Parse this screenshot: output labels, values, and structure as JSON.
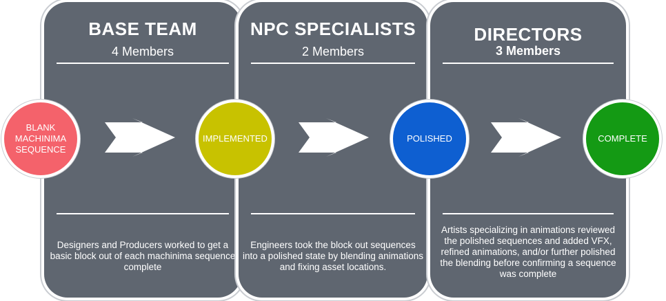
{
  "stages": [
    {
      "title": "BASE TEAM",
      "members": "4 Members",
      "description": "Designers and Producers worked to get a basic block out of each machinima sequence complete"
    },
    {
      "title": "NPC SPECIALISTS",
      "members": "2 Members",
      "description": "Engineers took the block out sequences into a polished state by blending animations and fixing asset locations."
    },
    {
      "title": "DIRECTORS",
      "members": "3 Members",
      "description": "Artists specializing in animations reviewed the polished sequences and added VFX, refined animations, and/or further polished the blending before confirming a sequence was complete"
    }
  ],
  "nodes": [
    {
      "label": "BLANK MACHINIMA SEQUENCE",
      "color": "#f4626b"
    },
    {
      "label": "IMPLEMENTED",
      "color": "#c8c200"
    },
    {
      "label": "POLISHED",
      "color": "#0e5fd1"
    },
    {
      "label": "COMPLETE",
      "color": "#149a14"
    }
  ],
  "colors": {
    "panel": "#5f6670",
    "arrow": "#ffffff"
  }
}
